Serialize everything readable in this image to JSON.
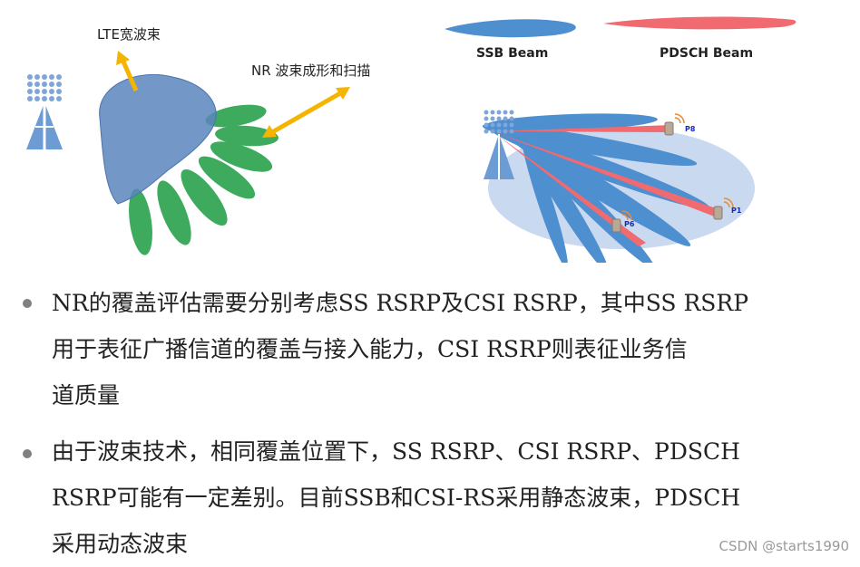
{
  "left_diagram": {
    "lte_label": "LTE宽波束",
    "nr_label": "NR 波束成形和扫描"
  },
  "right_diagram": {
    "legend": [
      {
        "label": "SSB Beam",
        "color": "#4e8fcf"
      },
      {
        "label": "PDSCH Beam",
        "color": "#f06a70"
      }
    ],
    "ue_labels": [
      "P8",
      "P1",
      "P6"
    ]
  },
  "bullets": [
    {
      "lines": [
        "NR的覆盖评估需要分别考虑SS RSRP及CSI RSRP，其中SS RSRP",
        "用于表征广播信道的覆盖与接入能力，CSI RSRP则表征业务信",
        "道质量"
      ]
    },
    {
      "lines": [
        "由于波束技术，相同覆盖位置下，SS RSRP、CSI RSRP、PDSCH",
        "RSRP可能有一定差别。目前SSB和CSI-RS采用静态波束，PDSCH",
        "采用动态波束"
      ]
    }
  ],
  "watermark": "CSDN @starts1990",
  "colors": {
    "lte_beam": "#5b86be",
    "nr_beam": "#3daa5e",
    "arrow": "#f5b400",
    "ssb": "#4e8fcf",
    "pdsch": "#f06a70",
    "ellipse": "#c9d9f0"
  }
}
